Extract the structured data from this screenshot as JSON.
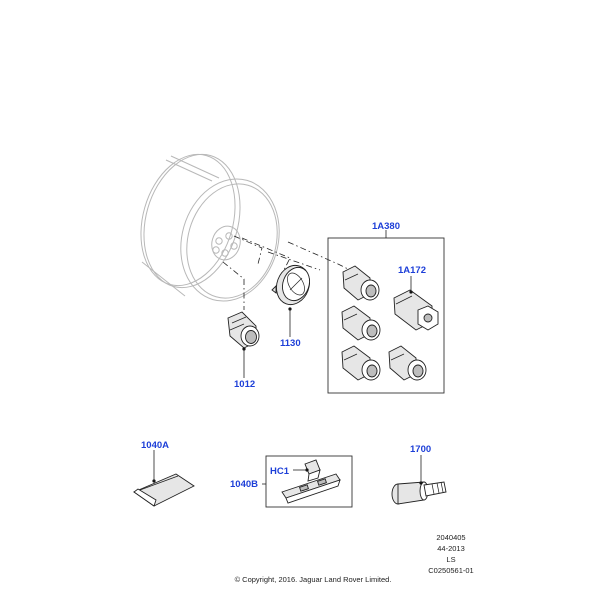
{
  "callouts": {
    "wheel_nut": "1012",
    "center_cap": "1130",
    "locking_kit": "1A380",
    "locking_nut": "1A172",
    "weight_a": "1040A",
    "weight_b": "1040B",
    "weight_hc1": "HC1",
    "valve": "1700"
  },
  "reference": {
    "line1": "2040405",
    "line2": "44-2013",
    "line3": "LS",
    "line4": "C0250561-01"
  },
  "copyright": "© Copyright, 2016. Jaguar Land Rover Limited.",
  "colors": {
    "callout": "#1d3fd8",
    "linework": "#222222",
    "wheel": "#b8b8b8"
  }
}
